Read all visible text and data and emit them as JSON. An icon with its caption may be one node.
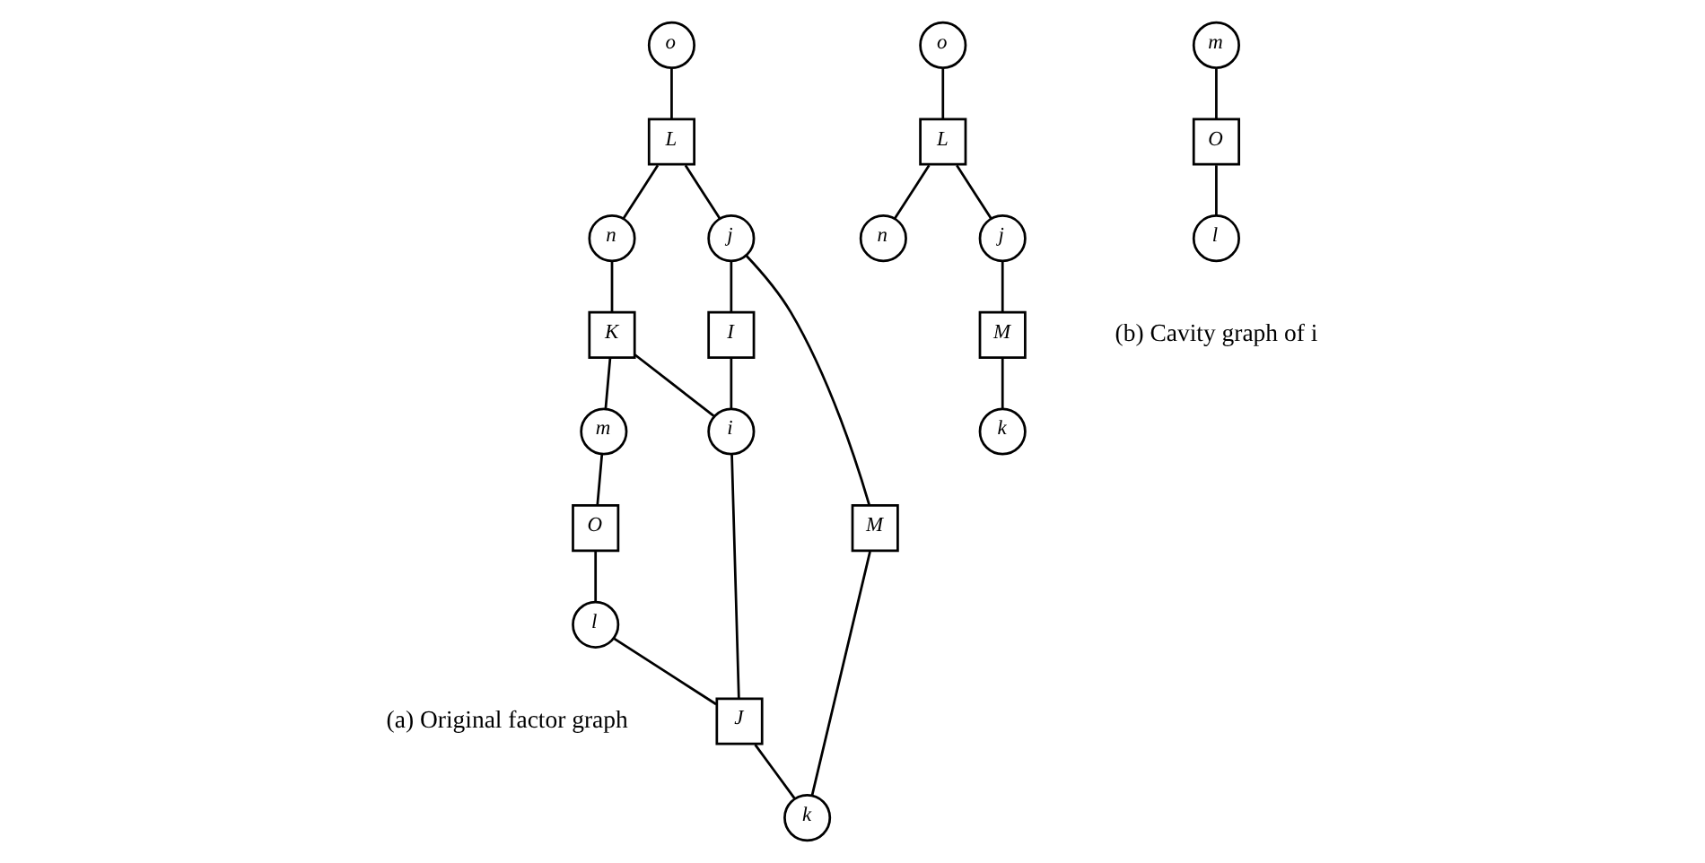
{
  "diagram": {
    "nodes": [
      {
        "text": [
          "o"
        ]
      },
      {
        "text": [
          "L"
        ]
      },
      {
        "text": [
          "n"
        ]
      },
      {
        "text": [
          "j"
        ]
      },
      {
        "text": [
          "K"
        ]
      },
      {
        "text": [
          "I"
        ]
      },
      {
        "text": [
          "M"
        ]
      },
      {
        "text": [
          "m"
        ]
      },
      {
        "text": [
          "i"
        ]
      },
      {
        "text": [
          "O"
        ]
      },
      {
        "text": [
          "J"
        ]
      },
      {
        "text": [
          "k"
        ]
      },
      {
        "text": [
          "l"
        ]
      },
      {
        "text": [
          "o"
        ]
      },
      {
        "text": [
          "L"
        ]
      },
      {
        "text": [
          "n"
        ]
      },
      {
        "text": [
          "j"
        ]
      },
      {
        "text": [
          "M"
        ]
      },
      {
        "text": [
          "k"
        ]
      },
      {
        "text": [
          "m"
        ]
      },
      {
        "text": [
          "O"
        ]
      },
      {
        "text": [
          "l"
        ]
      }
    ],
    "edges": [
      {
        "from": 0,
        "to": 1,
        "arrow": "none"
      },
      {
        "from": 1,
        "to": 2,
        "arrow": "none"
      },
      {
        "from": 1,
        "to": 3,
        "arrow": "none"
      },
      {
        "from": 2,
        "to": 4,
        "arrow": "none"
      },
      {
        "from": 4,
        "to": 7,
        "arrow": "none"
      },
      {
        "from": 4,
        "to": 8,
        "arrow": "none"
      },
      {
        "from": 3,
        "to": 5,
        "arrow": "none"
      },
      {
        "from": 5,
        "to": 8,
        "arrow": "none"
      },
      {
        "from": 3,
        "to": 6,
        "arrow": "none"
      },
      {
        "from": 6,
        "to": 11,
        "arrow": "none"
      },
      {
        "from": 7,
        "to": 9,
        "arrow": "none"
      },
      {
        "from": 8,
        "to": 10,
        "arrow": "none"
      },
      {
        "from": 10,
        "to": 11,
        "arrow": "none"
      },
      {
        "from": 9,
        "to": 12,
        "arrow": "none"
      },
      {
        "from": 12,
        "to": 10,
        "arrow": "none"
      },
      {
        "from": 13,
        "to": 14,
        "arrow": "none"
      },
      {
        "from": 14,
        "to": 15,
        "arrow": "none"
      },
      {
        "from": 14,
        "to": 16,
        "arrow": "none"
      },
      {
        "from": 16,
        "to": 17,
        "arrow": "none"
      },
      {
        "from": 17,
        "to": 18,
        "arrow": "none"
      },
      {
        "from": 19,
        "to": 20,
        "arrow": "none"
      },
      {
        "from": 20,
        "to": 21,
        "arrow": "none"
      }
    ],
    "labels": [
      "(a) Original factor graph",
      "(b) Cavity graph of i"
    ]
  }
}
